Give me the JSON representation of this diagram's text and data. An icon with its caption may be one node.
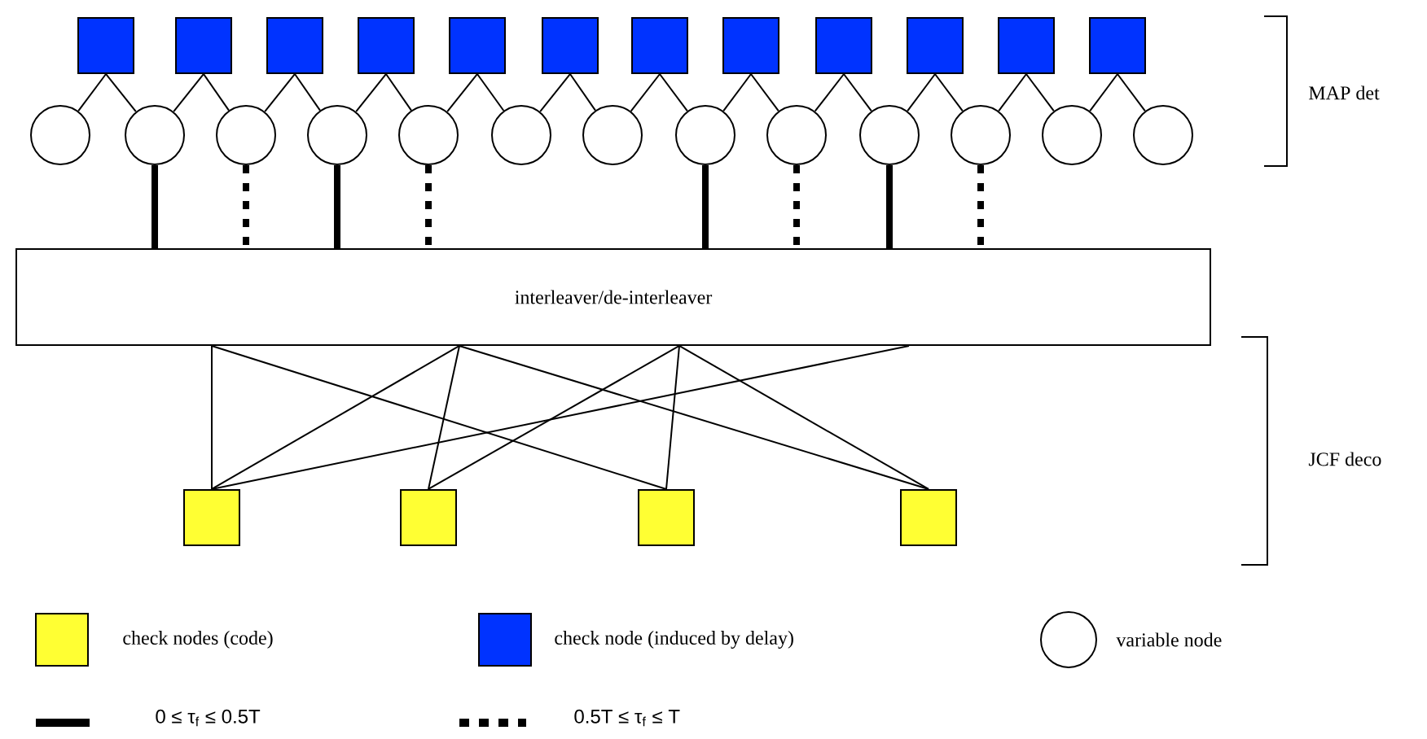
{
  "diagram": {
    "nodes": [
      {
        "text": [],
        "shape": "box"
      },
      {
        "text": [],
        "shape": "box"
      },
      {
        "text": [],
        "shape": "box"
      },
      {
        "text": [],
        "shape": "box"
      },
      {
        "text": [],
        "shape": "box"
      },
      {
        "text": [],
        "shape": "box"
      },
      {
        "text": [],
        "shape": "box"
      },
      {
        "text": [],
        "shape": "box"
      },
      {
        "text": [],
        "shape": "box"
      },
      {
        "text": [],
        "shape": "box"
      },
      {
        "text": [],
        "shape": "box"
      },
      {
        "text": [],
        "shape": "box"
      },
      {
        "text": [],
        "shape": "circle"
      },
      {
        "text": [],
        "shape": "circle"
      },
      {
        "text": [],
        "shape": "circle"
      },
      {
        "text": [],
        "shape": "circle"
      },
      {
        "text": [],
        "shape": "circle"
      },
      {
        "text": [],
        "shape": "circle"
      },
      {
        "text": [],
        "shape": "circle"
      },
      {
        "text": [],
        "shape": "circle"
      },
      {
        "text": [],
        "shape": "circle"
      },
      {
        "text": [],
        "shape": "circle"
      },
      {
        "text": [],
        "shape": "circle"
      },
      {
        "text": [],
        "shape": "circle"
      },
      {
        "text": [],
        "shape": "circle"
      },
      {
        "text": [
          "interleaver/de-interleaver"
        ]
      },
      {
        "text": [],
        "shape": "box"
      },
      {
        "text": [],
        "shape": "box"
      },
      {
        "text": [],
        "shape": "box"
      },
      {
        "text": [],
        "shape": "box"
      }
    ],
    "edges": [
      {
        "from": 0,
        "to": 12,
        "arrow": "none"
      },
      {
        "from": 0,
        "to": 13,
        "arrow": "none"
      },
      {
        "from": 1,
        "to": 13,
        "arrow": "none"
      },
      {
        "from": 1,
        "to": 14,
        "arrow": "none"
      },
      {
        "from": 2,
        "to": 14,
        "arrow": "none"
      },
      {
        "from": 2,
        "to": 15,
        "arrow": "none"
      },
      {
        "from": 3,
        "to": 15,
        "arrow": "none"
      },
      {
        "from": 3,
        "to": 16,
        "arrow": "none"
      },
      {
        "from": 4,
        "to": 16,
        "arrow": "none"
      },
      {
        "from": 4,
        "to": 17,
        "arrow": "none"
      },
      {
        "from": 5,
        "to": 17,
        "arrow": "none"
      },
      {
        "from": 5,
        "to": 18,
        "arrow": "none"
      },
      {
        "from": 6,
        "to": 18,
        "arrow": "none"
      },
      {
        "from": 6,
        "to": 19,
        "arrow": "none"
      },
      {
        "from": 7,
        "to": 19,
        "arrow": "none"
      },
      {
        "from": 7,
        "to": 20,
        "arrow": "none"
      },
      {
        "from": 8,
        "to": 20,
        "arrow": "none"
      },
      {
        "from": 8,
        "to": 21,
        "arrow": "none"
      },
      {
        "from": 9,
        "to": 21,
        "arrow": "none"
      },
      {
        "from": 9,
        "to": 22,
        "arrow": "none"
      },
      {
        "from": 10,
        "to": 22,
        "arrow": "none"
      },
      {
        "from": 10,
        "to": 23,
        "arrow": "none"
      },
      {
        "from": 11,
        "to": 23,
        "arrow": "none"
      },
      {
        "from": 11,
        "to": 24,
        "arrow": "none"
      },
      {
        "from": 13,
        "to": 25,
        "arrow": "none",
        "style": "thick"
      },
      {
        "from": 14,
        "to": 25,
        "arrow": "none",
        "style": "dashed"
      },
      {
        "from": 15,
        "to": 25,
        "arrow": "none",
        "style": "thick"
      },
      {
        "from": 16,
        "to": 25,
        "arrow": "none",
        "style": "dashed"
      },
      {
        "from": 19,
        "to": 25,
        "arrow": "none",
        "style": "thick"
      },
      {
        "from": 20,
        "to": 25,
        "arrow": "none",
        "style": "dashed"
      },
      {
        "from": 21,
        "to": 25,
        "arrow": "none",
        "style": "thick"
      },
      {
        "from": 22,
        "to": 25,
        "arrow": "none",
        "style": "dashed"
      },
      {
        "from": 25,
        "to": 26,
        "arrow": "none"
      },
      {
        "from": 25,
        "to": 28,
        "arrow": "none"
      },
      {
        "from": 25,
        "to": 26,
        "arrow": "none"
      },
      {
        "from": 25,
        "to": 27,
        "arrow": "none"
      },
      {
        "from": 25,
        "to": 29,
        "arrow": "none"
      },
      {
        "from": 25,
        "to": 27,
        "arrow": "none"
      },
      {
        "from": 25,
        "to": 28,
        "arrow": "none"
      },
      {
        "from": 25,
        "to": 29,
        "arrow": "none"
      },
      {
        "from": 25,
        "to": 26,
        "arrow": "none"
      }
    ],
    "labels": [
      "MAP det",
      "JCF deco"
    ],
    "legend": [
      {
        "text": "check nodes (code)",
        "color": "#ffff33"
      },
      {
        "text": "check node (induced by delay)",
        "color": "#0033ff"
      },
      {
        "text": "variable node"
      },
      {
        "text": "0 ≤ τ$_{f}$ ≤ 0.5T"
      },
      {
        "text": "0.5T ≤ τ$_{f}$ ≤ T"
      }
    ]
  }
}
